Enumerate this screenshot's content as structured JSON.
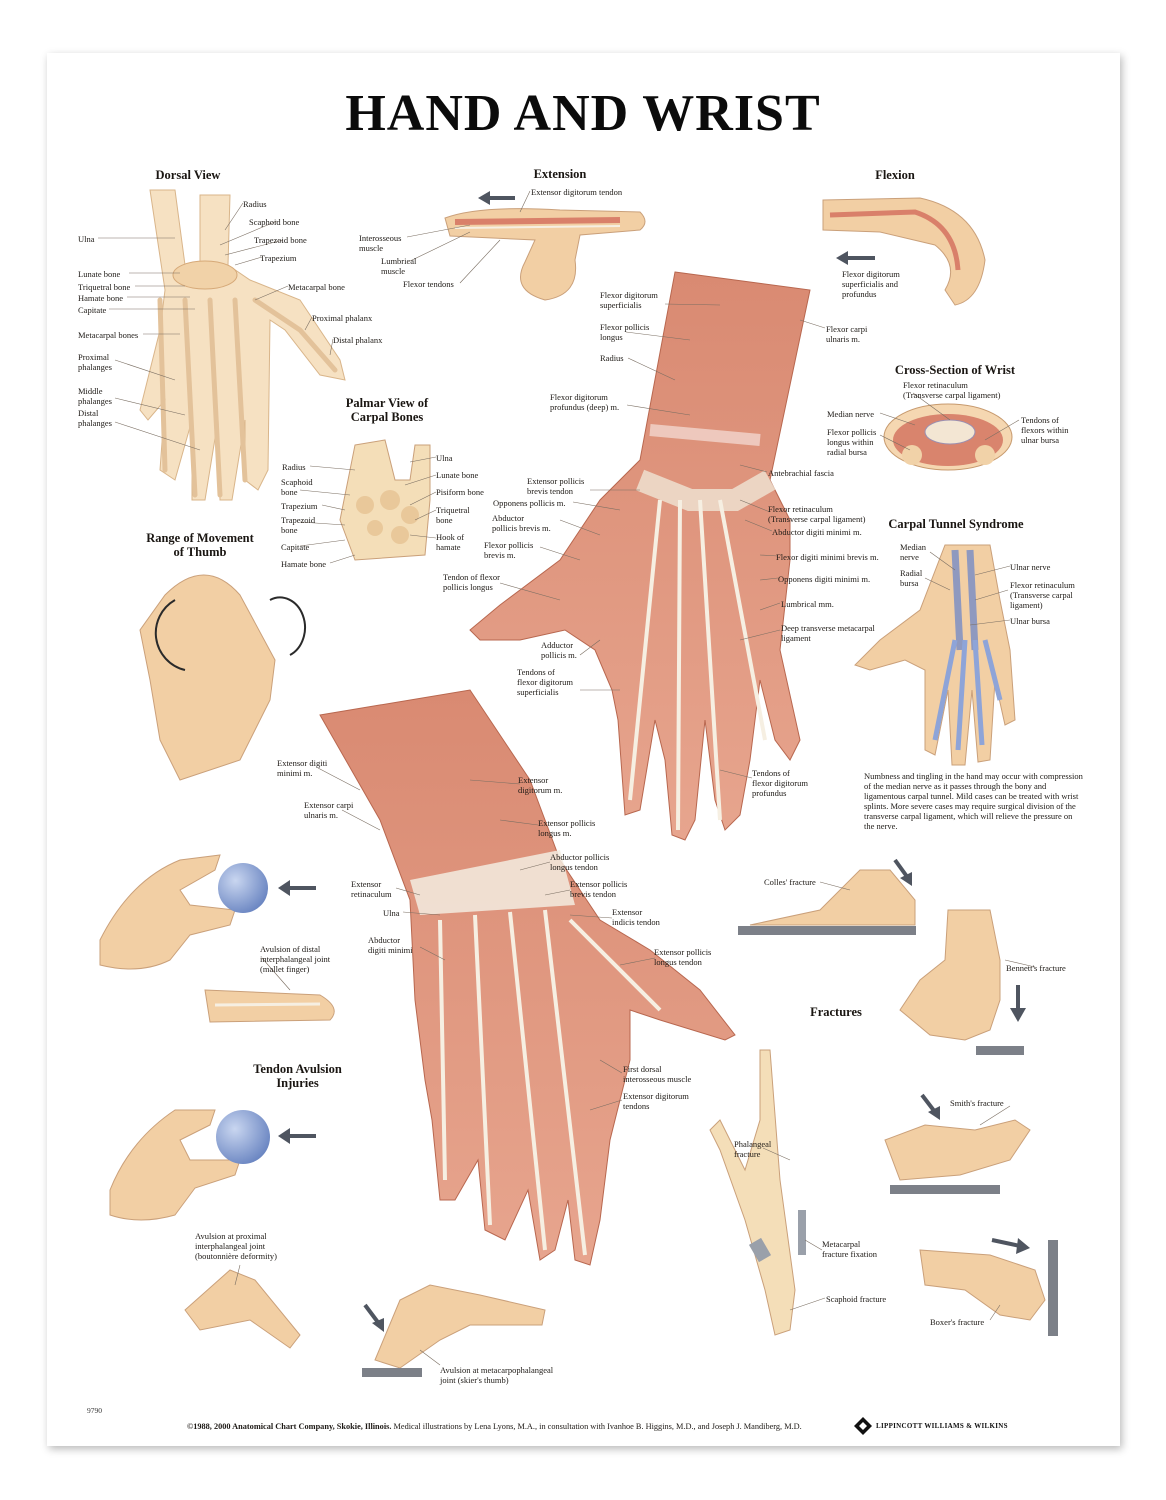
{
  "title": "HAND AND WRIST",
  "sections": {
    "dorsal": {
      "heading": "Dorsal View",
      "labels": [
        "Radius",
        "Scaphoid bone",
        "Trapezoid bone",
        "Trapezium",
        "Metacarpal bone",
        "Proximal phalanx",
        "Distal phalanx",
        "Ulna",
        "Lunate bone",
        "Triquetral bone",
        "Hamate bone",
        "Capitate",
        "Metacarpal bones",
        "Proximal\nphalanges",
        "Middle\nphalanges",
        "Distal\nphalanges"
      ]
    },
    "extension": {
      "heading": "Extension",
      "labels": [
        "Extensor digitorum tendon",
        "Interosseous\nmuscle",
        "Lumbrical\nmuscle",
        "Flexor tendons"
      ]
    },
    "flexion": {
      "heading": "Flexion",
      "labels": [
        "Flexor digitorum\nsuperficialis and\nprofundus"
      ]
    },
    "palmar_muscles": {
      "labels": [
        "Flexor digitorum\nsuperficialis",
        "Flexor pollicis\nlongus",
        "Radius",
        "Flexor carpi\nulnaris m.",
        "Flexor digitorum\nprofundus (deep) m.",
        "Antebrachial fascia",
        "Extensor pollicis\nbrevis tendon",
        "Opponens pollicis m.",
        "Abductor\npollicis brevis m.",
        "Flexor pollicis\nbrevis m.",
        "Tendon of flexor\npollicis longus",
        "Flexor retinaculum\n(Transverse carpal ligament)",
        "Abductor digiti minimi m.",
        "Flexor digiti minimi brevis m.",
        "Opponens digiti minimi m.",
        "Lumbrical mm.",
        "Deep transverse metacarpal\nligament",
        "Adductor\npollicis m.",
        "Tendons of\nflexor digitorum\nsuperficialis",
        "Tendons of\nflexor digitorum\nprofundus"
      ]
    },
    "carpal": {
      "heading": "Palmar View of\nCarpal Bones",
      "labels": [
        "Ulna",
        "Radius",
        "Lunate bone",
        "Scaphoid\nbone",
        "Pisiform bone",
        "Trapezium",
        "Triquetral\nbone",
        "Trapezoid\nbone",
        "Hook of\nhamate",
        "Capitate",
        "Hamate bone"
      ]
    },
    "thumb": {
      "heading": "Range of Movement\nof Thumb"
    },
    "cross_section": {
      "heading": "Cross-Section of Wrist",
      "labels": [
        "Flexor retinaculum\n(Transverse carpal ligament)",
        "Median nerve",
        "Flexor pollicis\nlongus within\nradial bursa",
        "Tendons of\nflexors within\nulnar bursa"
      ]
    },
    "carpal_tunnel": {
      "heading": "Carpal Tunnel Syndrome",
      "labels": [
        "Median\nnerve",
        "Radial\nbursa",
        "Ulnar nerve",
        "Flexor retinaculum\n(Transverse carpal\nligament)",
        "Ulnar bursa"
      ],
      "description": "Numbness and tingling in the hand may occur with compression of the median nerve as it passes through the bony and ligamentous carpal tunnel. Mild cases can be treated with wrist splints. More severe cases may require surgical division of the transverse carpal ligament, which will relieve the pressure on the nerve."
    },
    "dorsal_muscles": {
      "labels": [
        "Extensor digiti\nminimi m.",
        "Extensor\ndigitorum m.",
        "Extensor carpi\nulnaris m.",
        "Extensor pollicis\nlongus m.",
        "Abductor pollicis\nlongus tendon",
        "Extensor\nretinaculum",
        "Extensor pollicis\nbrevis tendon",
        "Ulna",
        "Extensor\nindicis tendon",
        "Abductor\ndigiti minimi",
        "Extensor pollicis\nlongus tendon",
        "First dorsal\ninterosseous muscle",
        "Extensor digitorum\ntendons"
      ]
    },
    "tendon_avulsion": {
      "heading": "Tendon Avulsion\nInjuries",
      "labels": [
        "Avulsion of distal\ninterphalangeal joint\n(mallet finger)",
        "Avulsion at proximal\ninterphalangeal joint\n(boutonnière deformity)",
        "Avulsion at metacarpophalangeal\njoint (skier's thumb)"
      ]
    },
    "fractures": {
      "heading": "Fractures",
      "labels": [
        "Colles' fracture",
        "Bennett's fracture",
        "Smith's fracture",
        "Phalangeal\nfracture",
        "Metacarpal\nfracture fixation",
        "Scaphoid fracture",
        "Boxer's fracture"
      ]
    }
  },
  "footer": {
    "code": "9790",
    "copyright": "©1988, 2000 Anatomical Chart Company, Skokie, Illinois.",
    "credits": " Medical illustrations by Lena Lyons, M.A., in consultation with Ivanhoe B. Higgins, M.D., and Joseph J. Mandiberg, M.D.",
    "publisher": "LIPPINCOTT WILLIAMS & WILKINS"
  },
  "colors": {
    "skin": "#f2cfa4",
    "bone": "#f4deb8",
    "muscle": "#d98a72",
    "tendon": "#f6efe2",
    "arrow": "#4f5560",
    "ball": "#8fa6d6"
  }
}
